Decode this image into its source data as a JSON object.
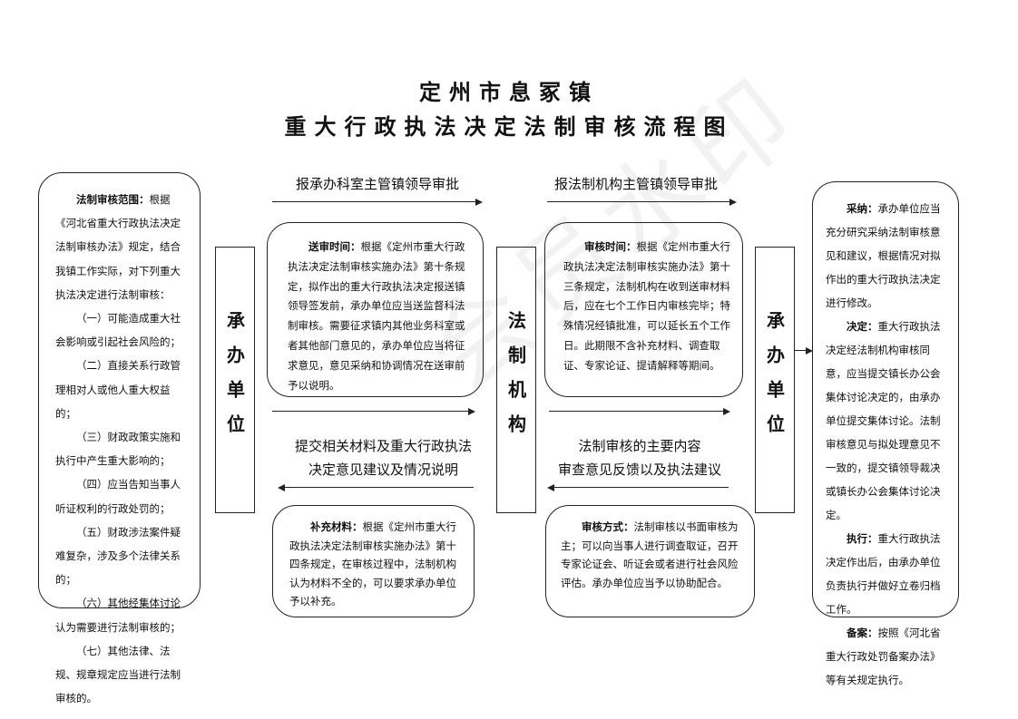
{
  "title": {
    "line1": "定州市息冢镇",
    "line2": "重大行政执法决定法制审核流程图"
  },
  "watermark": "会员水印",
  "left_box": {
    "heading": "法制审核范围：",
    "intro": "根据《河北省重大行政执法决定法制审核办法》规定，结合我镇工作实际，对下列重大执法决定进行法制审核：",
    "items": [
      "（一）可能造成重大社会影响或引起社会风险的；",
      "（二）直接关系行政管理相对人或他人重大权益的；",
      "（三）财政政策实施和执行中产生重大影响的；",
      "（四）应当告知当事人听证权利的行政处罚的；",
      "（五）财政涉法案件疑难复杂，涉及多个法律关系的；",
      "（六）其他经集体讨论认为需要进行法制审核的；",
      "（七）其他法律、法规、规章规定应当进行法制审核的。"
    ]
  },
  "vertical_boxes": {
    "left": "承办单位",
    "center": "法制机构",
    "right": "承办单位"
  },
  "flow_labels": {
    "top_left": "报承办科室主管镇领导审批",
    "top_right": "报法制机构主管镇领导审批",
    "mid_left_1": "提交相关材料及重大行政执法",
    "mid_left_2": "决定意见建议及情况说明",
    "mid_right_1": "法制审核的主要内容",
    "mid_right_2": "审查意见反馈以及执法建议"
  },
  "boxes": {
    "submit_time": {
      "heading": "送审时间：",
      "text": "根据《定州市重大行政执法决定法制审核实施办法》第十条规定，拟作出的重大行政执法决定报送镇领导签发前，承办单位应当送监督科法制审核。需要征求镇内其他业务科室或者其他部门意见的，承办单位应当将征求意见，意见采纳和协调情况在送审前予以说明。"
    },
    "review_time": {
      "heading": "审核时间：",
      "text": "根据《定州市重大行政执法决定法制审核实施办法》第十三条规定，法制机构在收到送审材料后，应在七个工作日内审核完毕；特殊情况经镇批准，可以延长五个工作日。此期限不含补充材料、调查取证、专家论证、提请解释等期间。"
    },
    "supplement": {
      "heading": "补充材料：",
      "text": "根据《定州市重大行政执法决定法制审核实施办法》第十四条规定，在审核过程中，法制机构认为材料不全的，可以要求承办单位予以补充。"
    },
    "review_method": {
      "heading": "审核方式：",
      "text": "法制审核以书面审核为主；可以向当事人进行调查取证，召开专家论证会、听证会或者进行社会风险评估。承办单位应当予以协助配合。"
    }
  },
  "right_box": {
    "sections": [
      {
        "heading": "采纳：",
        "text": "承办单位应当充分研究采纳法制审核意见和建议，根据情况对拟作出的重大行政执法决定进行修改。"
      },
      {
        "heading": "决定：",
        "text": "重大行政执法决定经法制机构审核同意，应当提交镇长办公会集体讨论决定的，由承办单位提交集体讨论。法制审核意见与拟处理意见不一致的，提交镇领导裁决或镇长办公会集体讨论决定。"
      },
      {
        "heading": "执行：",
        "text": "重大行政执法决定作出后，由承办单位负责执行并做好立卷归档工作。"
      },
      {
        "heading": "备案：",
        "text": "按照《河北省重大行政处罚备案办法》等有关规定执行。"
      }
    ]
  }
}
